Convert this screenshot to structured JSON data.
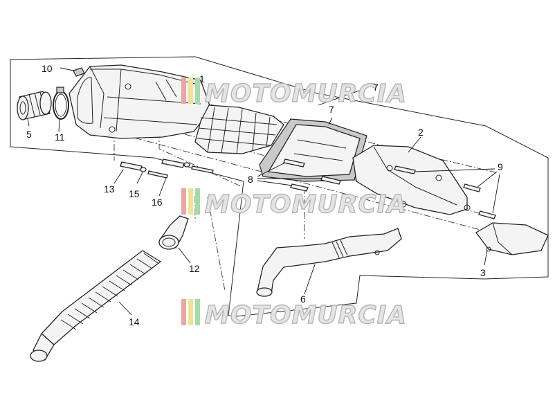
{
  "callouts": {
    "p1": "1",
    "p2": "2",
    "p3": "3",
    "p5": "5",
    "p6": "6",
    "p7a": "7",
    "p7b": "7",
    "p8": "8",
    "p9": "9",
    "p10": "10",
    "p11": "11",
    "p12": "12",
    "p13": "13",
    "p14": "14",
    "p15": "15",
    "p16": "16"
  },
  "watermark": {
    "text": "MOTOMURCIA"
  },
  "colors": {
    "stripe_red": "#e8a7a3",
    "stripe_yellow": "#efe29a",
    "stripe_green": "#a9d9a8"
  }
}
